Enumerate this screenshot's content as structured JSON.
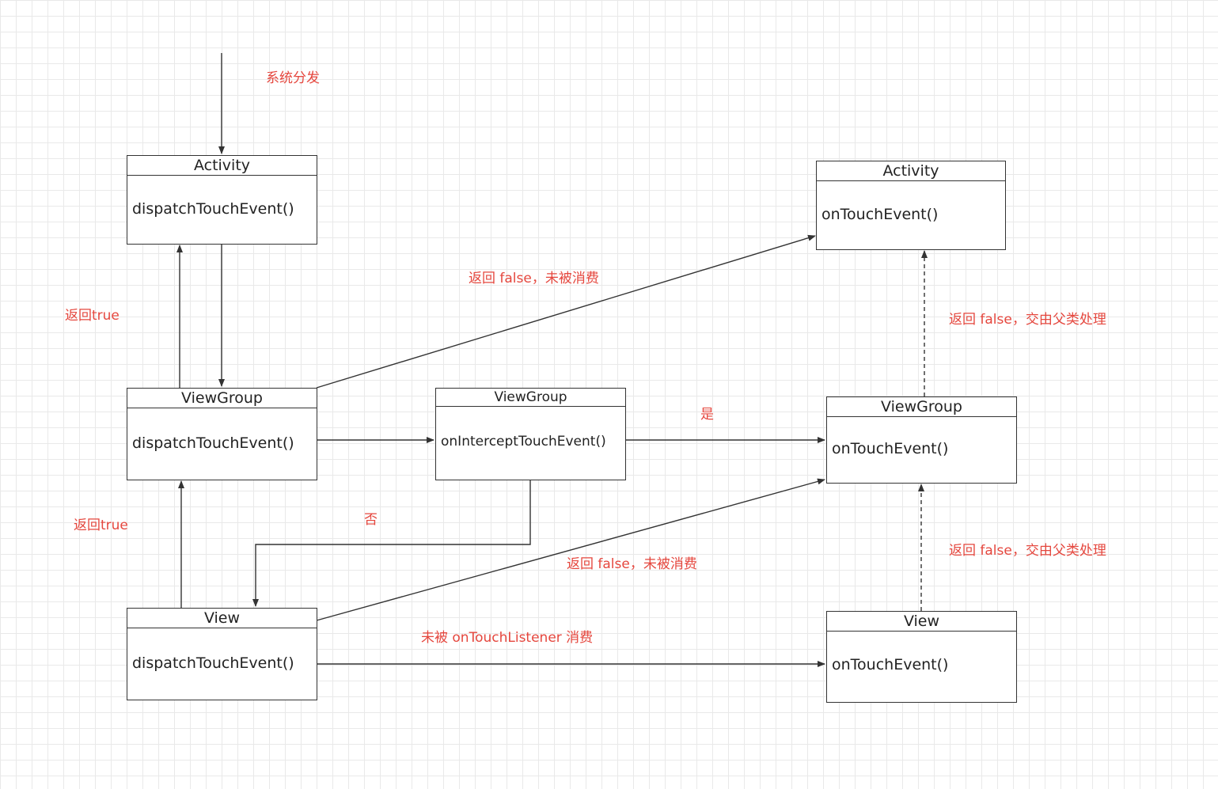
{
  "colors": {
    "label": "#e5473e",
    "line": "#333333",
    "grid": "#e9e9e9"
  },
  "nodes": {
    "activity_dispatch": {
      "title": "Activity",
      "method": "dispatchTouchEvent()"
    },
    "activity_ontouch": {
      "title": "Activity",
      "method": "onTouchEvent()"
    },
    "viewgroup_dispatch": {
      "title": "ViewGroup",
      "method": "dispatchTouchEvent()"
    },
    "viewgroup_intercept": {
      "title": "ViewGroup",
      "method": "onInterceptTouchEvent()"
    },
    "viewgroup_ontouch": {
      "title": "ViewGroup",
      "method": "onTouchEvent()"
    },
    "view_dispatch": {
      "title": "View",
      "method": "dispatchTouchEvent()"
    },
    "view_ontouch": {
      "title": "View",
      "method": "onTouchEvent()"
    }
  },
  "labels": {
    "system_dispatch": "系统分发",
    "return_true_top": "返回true",
    "return_true_bottom": "返回true",
    "return_false_unconsumed_top": "返回 false，未被消费",
    "return_false_unconsumed_bottom": "返回 false，未被消费",
    "return_false_parent_top": "返回 false，交由父类处理",
    "return_false_parent_bottom": "返回 false，交由父类处理",
    "yes": "是",
    "no": "否",
    "not_consumed_listener": "未被 onTouchListener 消费"
  }
}
